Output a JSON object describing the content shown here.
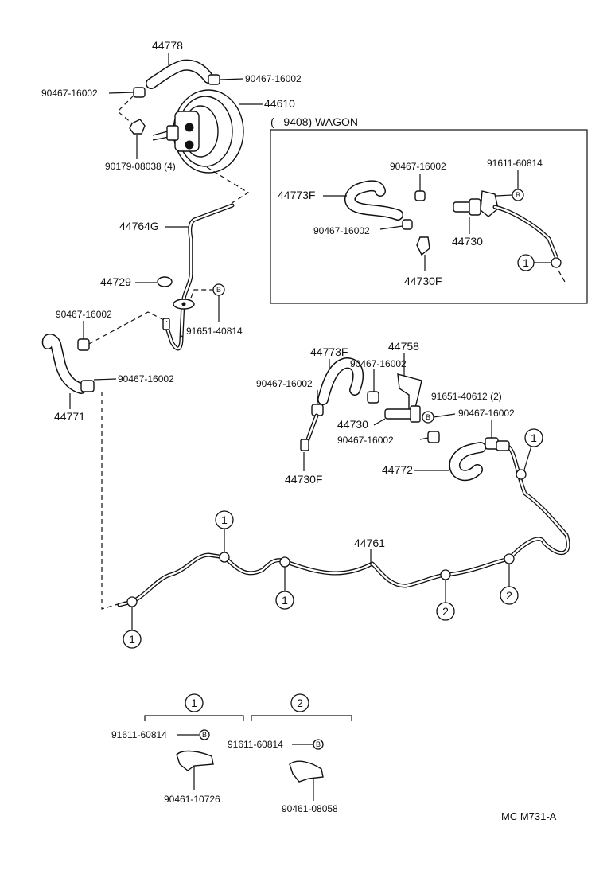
{
  "labels": {
    "hose_top": "44778",
    "clamp_top_left": "90467-16002",
    "clamp_top_right": "90467-16002",
    "booster": "44610",
    "nut": "90179-08038 (4)",
    "pipe_g": "44764G",
    "grommet": "44729",
    "clamp_mid_left": "90467-16002",
    "bolt_mid": "91651-40814",
    "clamp_mid_right": "90467-16002",
    "hose_left": "44771",
    "hose_f": "44773F",
    "bracket": "44758",
    "clamp_c1": "90467-16002",
    "clamp_c2": "90467-16002",
    "bolt_c": "91651-40612 (2)",
    "clamp_c3": "90467-16002",
    "valve": "44730",
    "clamp_c4": "90467-16002",
    "hose_r": "44772",
    "valve_f": "44730F",
    "pipe_main": "44761",
    "footnote": "MC M731-A"
  },
  "wagon_box": {
    "title": "( –9408) WAGON",
    "clamp_a": "90467-16002",
    "bolt": "91611-60814",
    "hose_f": "44773F",
    "clamp_b": "90467-16002",
    "valve": "44730",
    "valve_f": "44730F",
    "ref": "1"
  },
  "refs": {
    "one": "1",
    "two": "2",
    "b": "B"
  },
  "legend": {
    "group1": {
      "ref": "1",
      "bolt": "91611-60814",
      "clamp": "90461-10726"
    },
    "group2": {
      "ref": "2",
      "bolt": "91611-60814",
      "clamp": "90461-08058"
    }
  }
}
